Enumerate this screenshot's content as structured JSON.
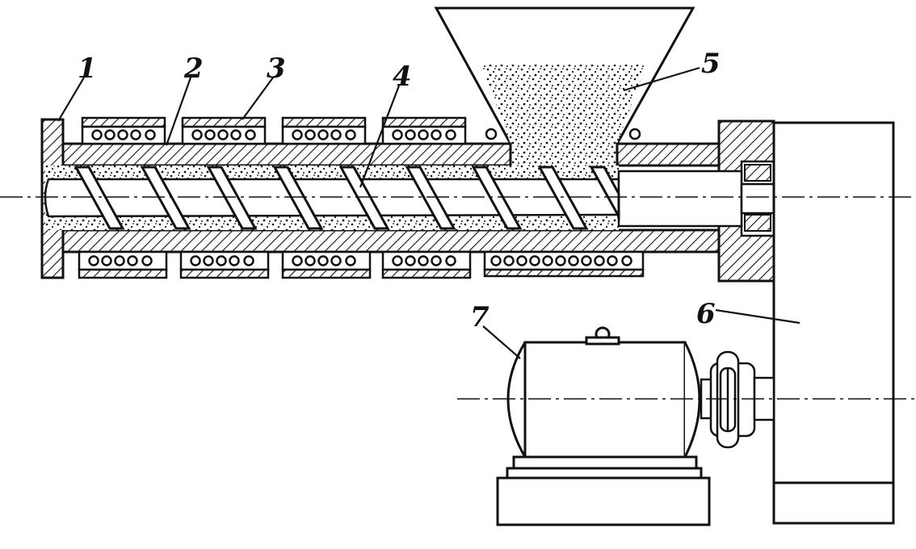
{
  "diagram": {
    "type": "screw-extruder-cross-section",
    "callouts": [
      {
        "id": "1",
        "text": "1"
      },
      {
        "id": "2",
        "text": "2"
      },
      {
        "id": "3",
        "text": "3"
      },
      {
        "id": "4",
        "text": "4"
      },
      {
        "id": "5",
        "text": "5"
      },
      {
        "id": "6",
        "text": "6"
      },
      {
        "id": "7",
        "text": "7"
      }
    ],
    "colors": {
      "ink": "#111111",
      "paper": "#ffffff"
    }
  }
}
